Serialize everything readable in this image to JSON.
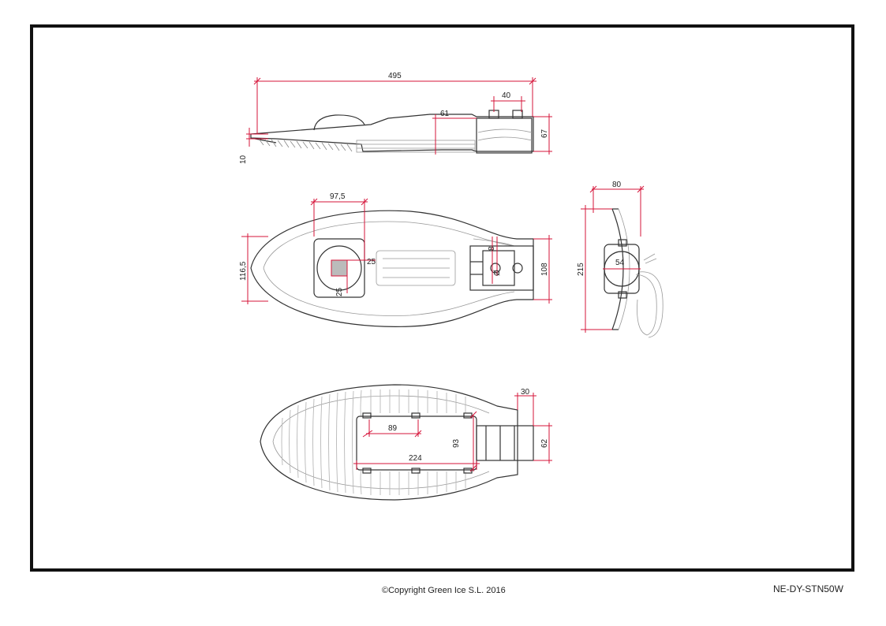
{
  "footer": {
    "copyright": "©Copyright Green Ice S.L. 2016",
    "model_code": "NE-DY-STN50W"
  },
  "dimensions": {
    "side_view": {
      "length": "495",
      "mount_width": "40",
      "depth": "61",
      "height": "67",
      "thickness": "10"
    },
    "top_view": {
      "module_offset": "97,5",
      "width": "116,5",
      "module_w": "25",
      "module_h": "25",
      "clamp_gap": "8",
      "diameter_symbol": "Ø",
      "mount_height": "108"
    },
    "end_view": {
      "width": "80",
      "height": "215",
      "pipe_diameter": "54"
    },
    "bottom_view": {
      "neck_length": "30",
      "panel_width": "89",
      "panel_height": "93",
      "panel_length": "224",
      "neck_height": "62"
    }
  },
  "colors": {
    "frame": "#111111",
    "dimension": "#d6143a",
    "outline": "#333333"
  }
}
